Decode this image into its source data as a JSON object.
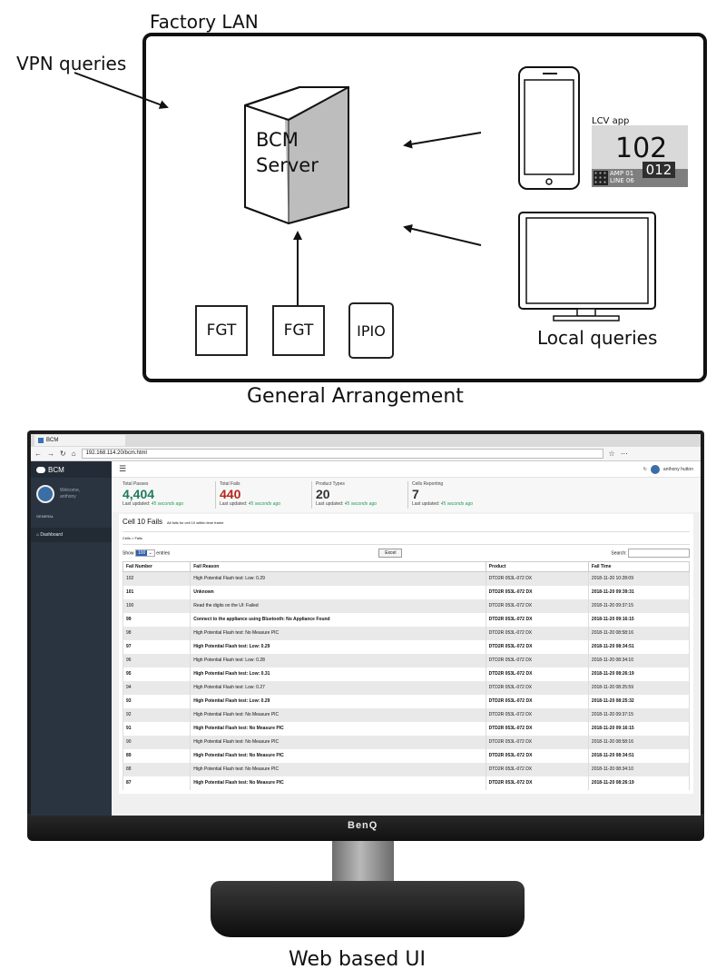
{
  "diagram": {
    "lan_label": "Factory LAN",
    "vpn_label": "VPN queries",
    "server_line1": "BCM",
    "server_line2": "Server",
    "fgt_a": "FGT",
    "fgt_b": "FGT",
    "ipio": "IPIO",
    "lcv_title": "LCV app",
    "lcv_big": "102",
    "lcv_sub": "012",
    "lcv_amp": "AMP 01",
    "lcv_line": "LINE 06",
    "local_label": "Local queries",
    "general_label": "General Arrangement",
    "web_label": "Web based UI"
  },
  "monitor": {
    "brand": "BenQ"
  },
  "browser": {
    "tab_title": "BCM",
    "url": "192.168.114.20/bcm.html"
  },
  "app": {
    "brand": "BCM",
    "welcome": "Welcome,",
    "username": "anthony",
    "section": "GENERAL",
    "nav_dashboard": "Dashboard",
    "user_menu": "anthony hutton",
    "stats": [
      {
        "title": "Total Passes",
        "value": "4,404",
        "color": "#1f7a5a",
        "updated": "Last updated:",
        "ago": "45 seconds ago"
      },
      {
        "title": "Total Fails",
        "value": "440",
        "color": "#b3261e",
        "updated": "Last updated:",
        "ago": "45 seconds ago"
      },
      {
        "title": "Product Types",
        "value": "20",
        "color": "#333333",
        "updated": "Last updated:",
        "ago": "45 seconds ago"
      },
      {
        "title": "Cells Reporting",
        "value": "7",
        "color": "#333333",
        "updated": "Last updated:",
        "ago": "45 seconds ago"
      }
    ],
    "panel_title": "Cell 10 Fails",
    "panel_subtitle": "All fails for cell 10 within time frame",
    "breadcrumb": "Cells > Fails",
    "show_label": "Show",
    "entries_value": "100",
    "entries_label": "entries",
    "excel_button": "Excel",
    "search_label": "Search:",
    "columns": [
      "Fail Number",
      "Fail Reason",
      "Product",
      "Fail Time"
    ],
    "rows": [
      [
        "102",
        "High Potential Flash test: Low: 0.29",
        "DTD2R 053L-072 DX",
        "2018-11-20 10:28:09"
      ],
      [
        "101",
        "Unknown",
        "DTD2R 053L-072 DX",
        "2018-11-20 09:39:31"
      ],
      [
        "100",
        "Read the digits on the UI: Failed",
        "DTD2R 053L-072 DX",
        "2018-11-20 09:37:15"
      ],
      [
        "99",
        "Connect to the appliance using Bluetooth: No Appliance Found",
        "DTD2R 053L-072 DX",
        "2018-11-20 09:16:15"
      ],
      [
        "98",
        "High Potential Flash test: No Measure PIC",
        "DTD2R 053L-072 DX",
        "2018-11-20 08:58:16"
      ],
      [
        "97",
        "High Potential Flash test: Low: 0.29",
        "DTD2R 053L-072 DX",
        "2018-11-20 08:34:51"
      ],
      [
        "96",
        "High Potential Flash test: Low: 0.28",
        "DTD2R 053L-072 DX",
        "2018-11-20 08:34:10"
      ],
      [
        "95",
        "High Potential Flash test: Low: 0.31",
        "DTD2R 053L-072 DX",
        "2018-11-20 08:26:19"
      ],
      [
        "94",
        "High Potential Flash test: Low: 0.27",
        "DTD2R 053L-072 DX",
        "2018-11-20 08:25:59"
      ],
      [
        "93",
        "High Potential Flash test: Low: 0.29",
        "DTD2R 053L-072 DX",
        "2018-11-20 08:25:32"
      ],
      [
        "92",
        "High Potential Flash test: No Measure PIC",
        "DTD2R 053L-072 DX",
        "2018-11-20 09:37:15"
      ],
      [
        "91",
        "High Potential Flash test: No Measure PIC",
        "DTD2R 053L-072 DX",
        "2018-11-20 09:16:15"
      ],
      [
        "90",
        "High Potential Flash test: No Measure PIC",
        "DTD2R 053L-072 DX",
        "2018-11-20 08:58:16"
      ],
      [
        "89",
        "High Potential Flash test: No Measure PIC",
        "DTD2R 053L-072 DX",
        "2018-11-20 08:34:51"
      ],
      [
        "88",
        "High Potential Flash test: No Measure PIC",
        "DTD2R 053L-072 DX",
        "2018-11-20 08:34:10"
      ],
      [
        "87",
        "High Potential Flash test: No Measure PIC",
        "DTD2R 053L-072 DX",
        "2018-11-20 08:26:19"
      ]
    ]
  }
}
